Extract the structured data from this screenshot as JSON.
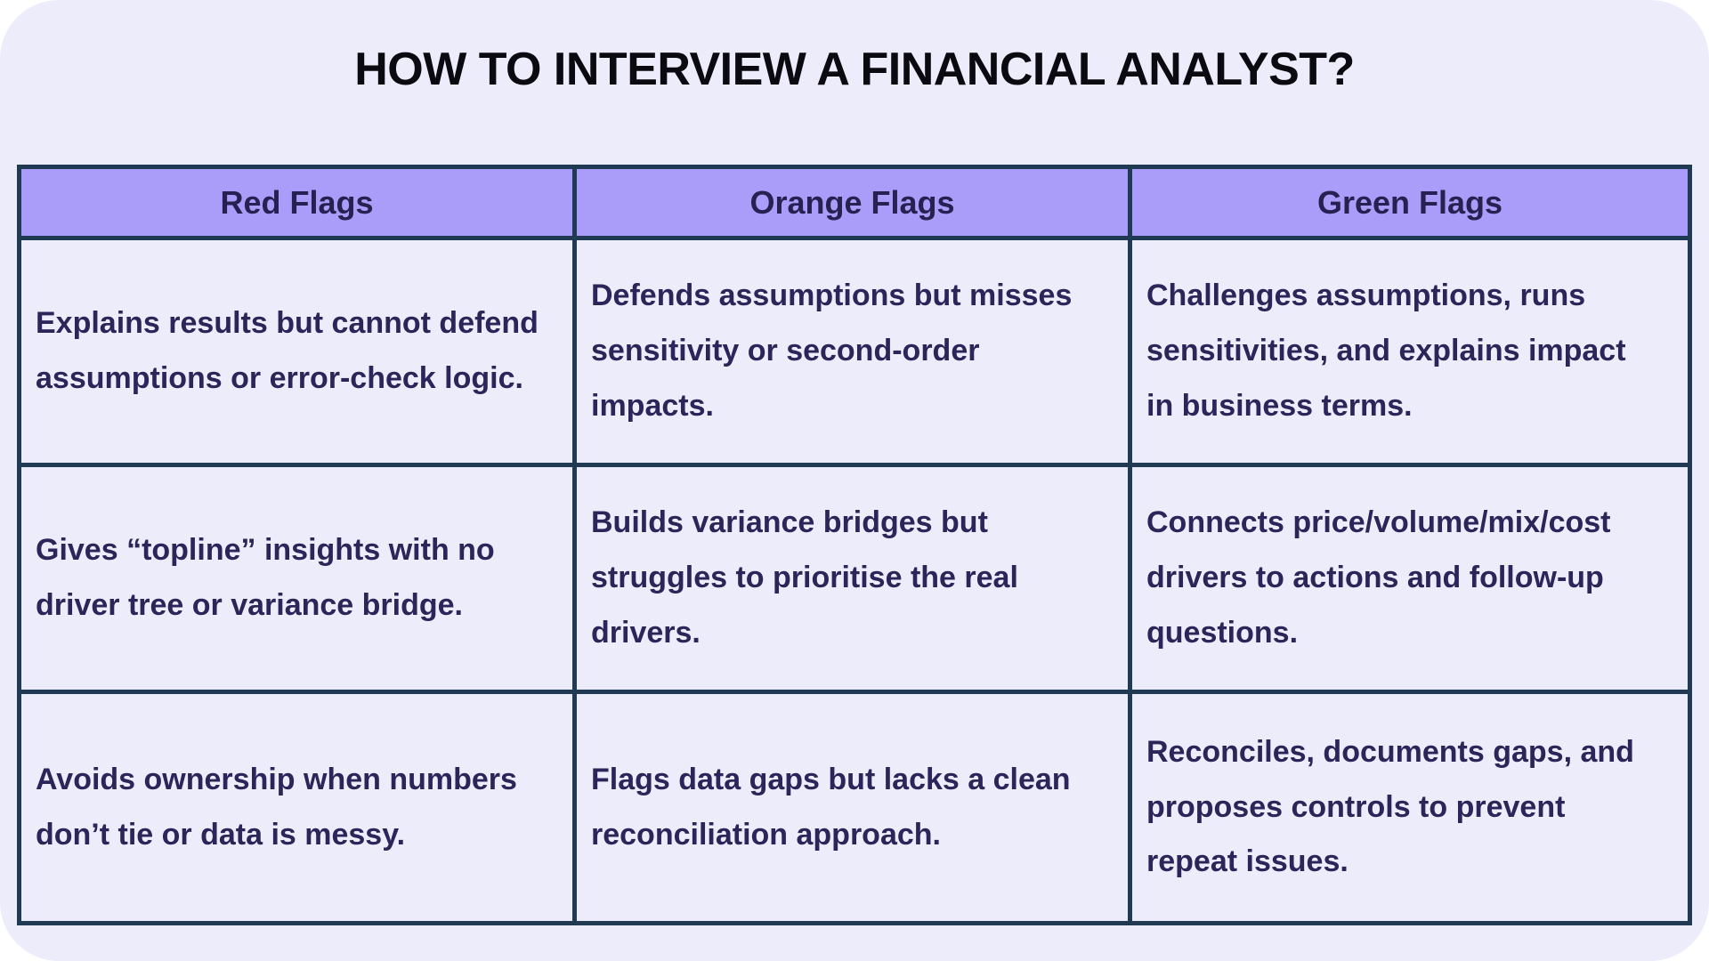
{
  "page": {
    "title": "HOW TO INTERVIEW A FINANCIAL ANALYST?"
  },
  "colors": {
    "card_background": "#EDECFA",
    "header_background": "#A99DF9",
    "table_border": "#1F3A52",
    "body_text": "#2C2559",
    "header_text": "#272152",
    "title_text": "#0B0A10",
    "page_background": "#FFFFFF"
  },
  "table": {
    "columns": [
      "Red Flags",
      "Orange Flags",
      "Green Flags"
    ],
    "rows": [
      [
        "Explains results but cannot defend assumptions or error-check logic.",
        "Defends assumptions but misses sensitivity or second-order impacts.",
        "Challenges assumptions, runs sensitivities, and explains impact in business terms."
      ],
      [
        "Gives “topline” insights with no driver tree or variance bridge.",
        "Builds variance bridges but struggles to prioritise the real drivers.",
        "Connects price/volume/mix/cost drivers to actions and follow-up questions."
      ],
      [
        "Avoids ownership when numbers don’t tie or data is messy.",
        "Flags data gaps but lacks a clean reconciliation approach.",
        "Reconciles, documents gaps, and proposes controls to prevent repeat issues."
      ]
    ]
  }
}
